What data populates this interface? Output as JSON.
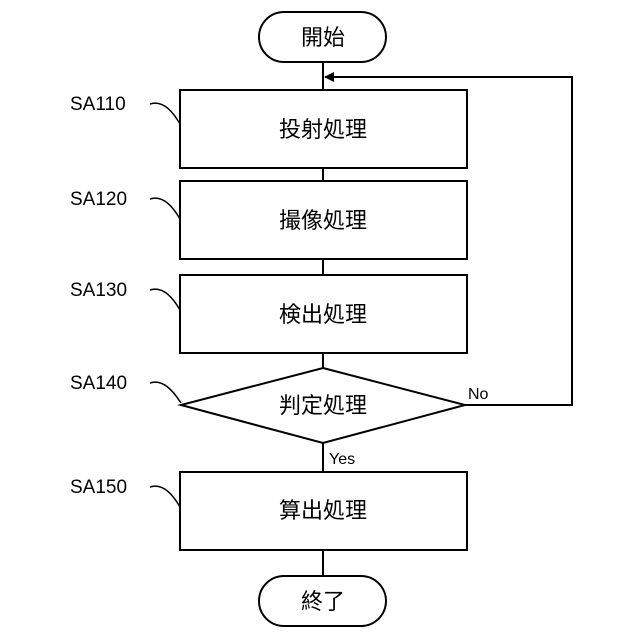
{
  "flowchart": {
    "start": {
      "label": "開始"
    },
    "end": {
      "label": "終了"
    },
    "steps": [
      {
        "id": "SA110",
        "label": "投射処理"
      },
      {
        "id": "SA120",
        "label": "撮像処理"
      },
      {
        "id": "SA130",
        "label": "検出処理"
      },
      {
        "id": "SA150",
        "label": "算出処理"
      }
    ],
    "decision": {
      "id": "SA140",
      "label": "判定処理",
      "no_label": "No",
      "yes_label": "Yes"
    }
  }
}
